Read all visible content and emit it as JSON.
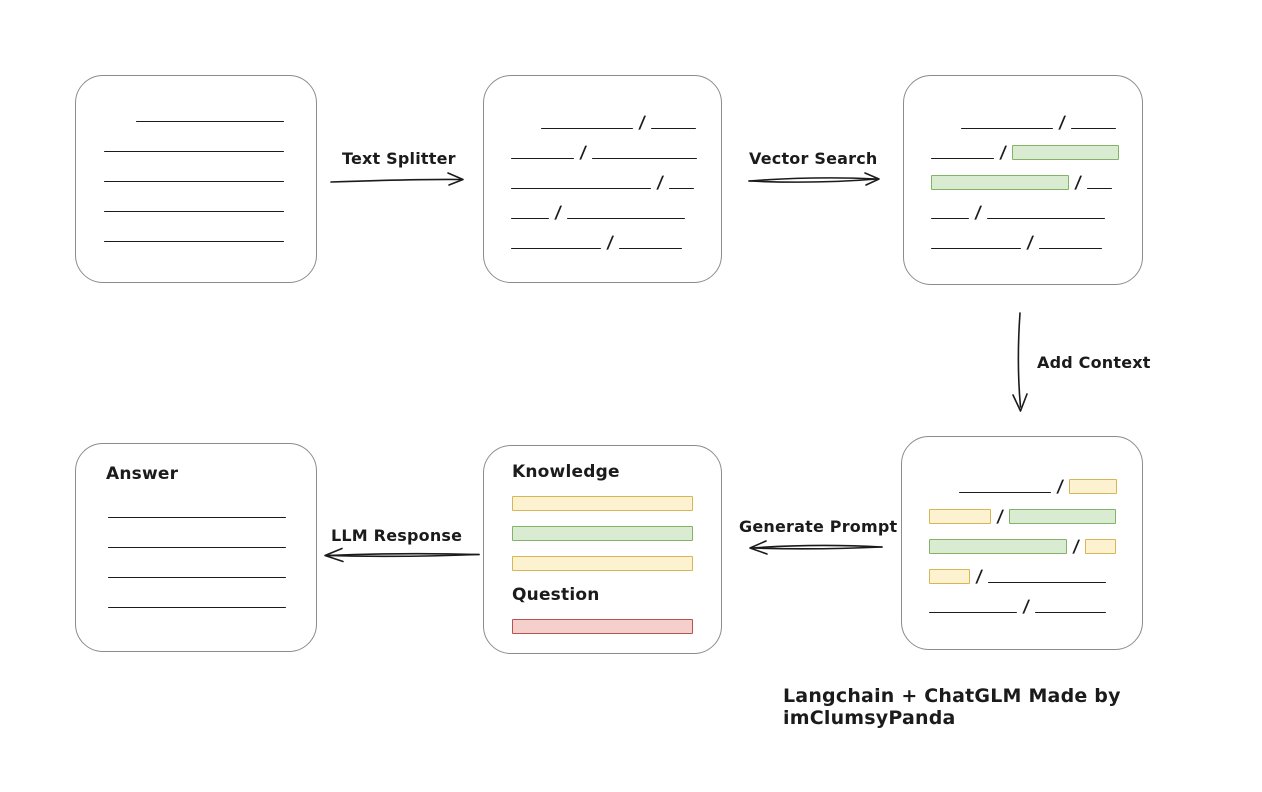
{
  "caption": "Langchain + ChatGLM Made by imClumsyPanda",
  "slash_char": "/",
  "colors": {
    "green": {
      "fill": "#d9ecd2",
      "stroke": "#82b366"
    },
    "yellow": {
      "fill": "#fdf2d0",
      "stroke": "#d6b656"
    },
    "red": {
      "fill": "#f5cfcb",
      "stroke": "#b85450"
    }
  },
  "edges": {
    "text_splitter": {
      "label": "Text Splitter"
    },
    "vector_search": {
      "label": "Vector Search"
    },
    "add_context": {
      "label": "Add Context"
    },
    "generate_prompt": {
      "label": "Generate Prompt"
    },
    "llm_response": {
      "label": "LLM Response"
    }
  },
  "nodes": {
    "document": {
      "rows": [
        {
          "indent": 32,
          "segments": [
            {
              "t": "line",
              "w": 148
            }
          ]
        },
        {
          "segments": [
            {
              "t": "line",
              "w": 180
            }
          ]
        },
        {
          "segments": [
            {
              "t": "line",
              "w": 180
            }
          ]
        },
        {
          "segments": [
            {
              "t": "line",
              "w": 180
            }
          ]
        },
        {
          "segments": [
            {
              "t": "line",
              "w": 180
            }
          ]
        }
      ]
    },
    "chunks": {
      "rows": [
        {
          "indent": 30,
          "segments": [
            {
              "t": "line",
              "w": 92
            },
            {
              "t": "slash"
            },
            {
              "t": "line",
              "w": 45
            }
          ]
        },
        {
          "segments": [
            {
              "t": "line",
              "w": 63
            },
            {
              "t": "slash"
            },
            {
              "t": "line",
              "w": 105
            }
          ]
        },
        {
          "segments": [
            {
              "t": "line",
              "w": 140
            },
            {
              "t": "slash"
            },
            {
              "t": "line",
              "w": 25
            }
          ]
        },
        {
          "segments": [
            {
              "t": "line",
              "w": 38
            },
            {
              "t": "slash"
            },
            {
              "t": "line",
              "w": 118
            }
          ]
        },
        {
          "segments": [
            {
              "t": "line",
              "w": 90
            },
            {
              "t": "slash"
            },
            {
              "t": "line",
              "w": 63
            }
          ]
        }
      ]
    },
    "search_result": {
      "rows": [
        {
          "indent": 30,
          "segments": [
            {
              "t": "line",
              "w": 92
            },
            {
              "t": "slash"
            },
            {
              "t": "line",
              "w": 45
            }
          ]
        },
        {
          "segments": [
            {
              "t": "line",
              "w": 63
            },
            {
              "t": "slash"
            },
            {
              "t": "bar",
              "c": "green",
              "w": 107
            }
          ]
        },
        {
          "segments": [
            {
              "t": "bar",
              "c": "green",
              "w": 138
            },
            {
              "t": "slash"
            },
            {
              "t": "line",
              "w": 25
            }
          ]
        },
        {
          "segments": [
            {
              "t": "line",
              "w": 38
            },
            {
              "t": "slash"
            },
            {
              "t": "line",
              "w": 118
            }
          ]
        },
        {
          "segments": [
            {
              "t": "line",
              "w": 90
            },
            {
              "t": "slash"
            },
            {
              "t": "line",
              "w": 63
            }
          ]
        }
      ]
    },
    "context": {
      "rows": [
        {
          "indent": 30,
          "segments": [
            {
              "t": "line",
              "w": 92
            },
            {
              "t": "slash"
            },
            {
              "t": "bar",
              "c": "yellow",
              "w": 48
            }
          ]
        },
        {
          "segments": [
            {
              "t": "bar",
              "c": "yellow",
              "w": 62
            },
            {
              "t": "slash"
            },
            {
              "t": "bar",
              "c": "green",
              "w": 107
            }
          ]
        },
        {
          "segments": [
            {
              "t": "bar",
              "c": "green",
              "w": 138
            },
            {
              "t": "slash"
            },
            {
              "t": "bar",
              "c": "yellow",
              "w": 31
            }
          ]
        },
        {
          "segments": [
            {
              "t": "bar",
              "c": "yellow",
              "w": 41
            },
            {
              "t": "slash"
            },
            {
              "t": "line",
              "w": 118
            }
          ]
        },
        {
          "segments": [
            {
              "t": "line",
              "w": 88
            },
            {
              "t": "slash"
            },
            {
              "t": "line",
              "w": 71
            }
          ]
        }
      ]
    },
    "prompt": {
      "knowledge_label": "Knowledge",
      "question_label": "Question",
      "knowledge_rows": [
        {
          "segments": [
            {
              "t": "bar",
              "c": "yellow",
              "w": 183
            }
          ]
        },
        {
          "segments": [
            {
              "t": "bar",
              "c": "green",
              "w": 183
            }
          ]
        },
        {
          "segments": [
            {
              "t": "bar",
              "c": "yellow",
              "w": 183
            }
          ]
        }
      ],
      "question_rows": [
        {
          "segments": [
            {
              "t": "bar",
              "c": "red",
              "w": 182
            }
          ]
        }
      ]
    },
    "answer": {
      "label": "Answer",
      "rows": [
        {
          "segments": [
            {
              "t": "line",
              "w": 180
            }
          ]
        },
        {
          "segments": [
            {
              "t": "line",
              "w": 180
            }
          ]
        },
        {
          "segments": [
            {
              "t": "line",
              "w": 180
            }
          ]
        },
        {
          "segments": [
            {
              "t": "line",
              "w": 180
            }
          ]
        }
      ]
    }
  }
}
